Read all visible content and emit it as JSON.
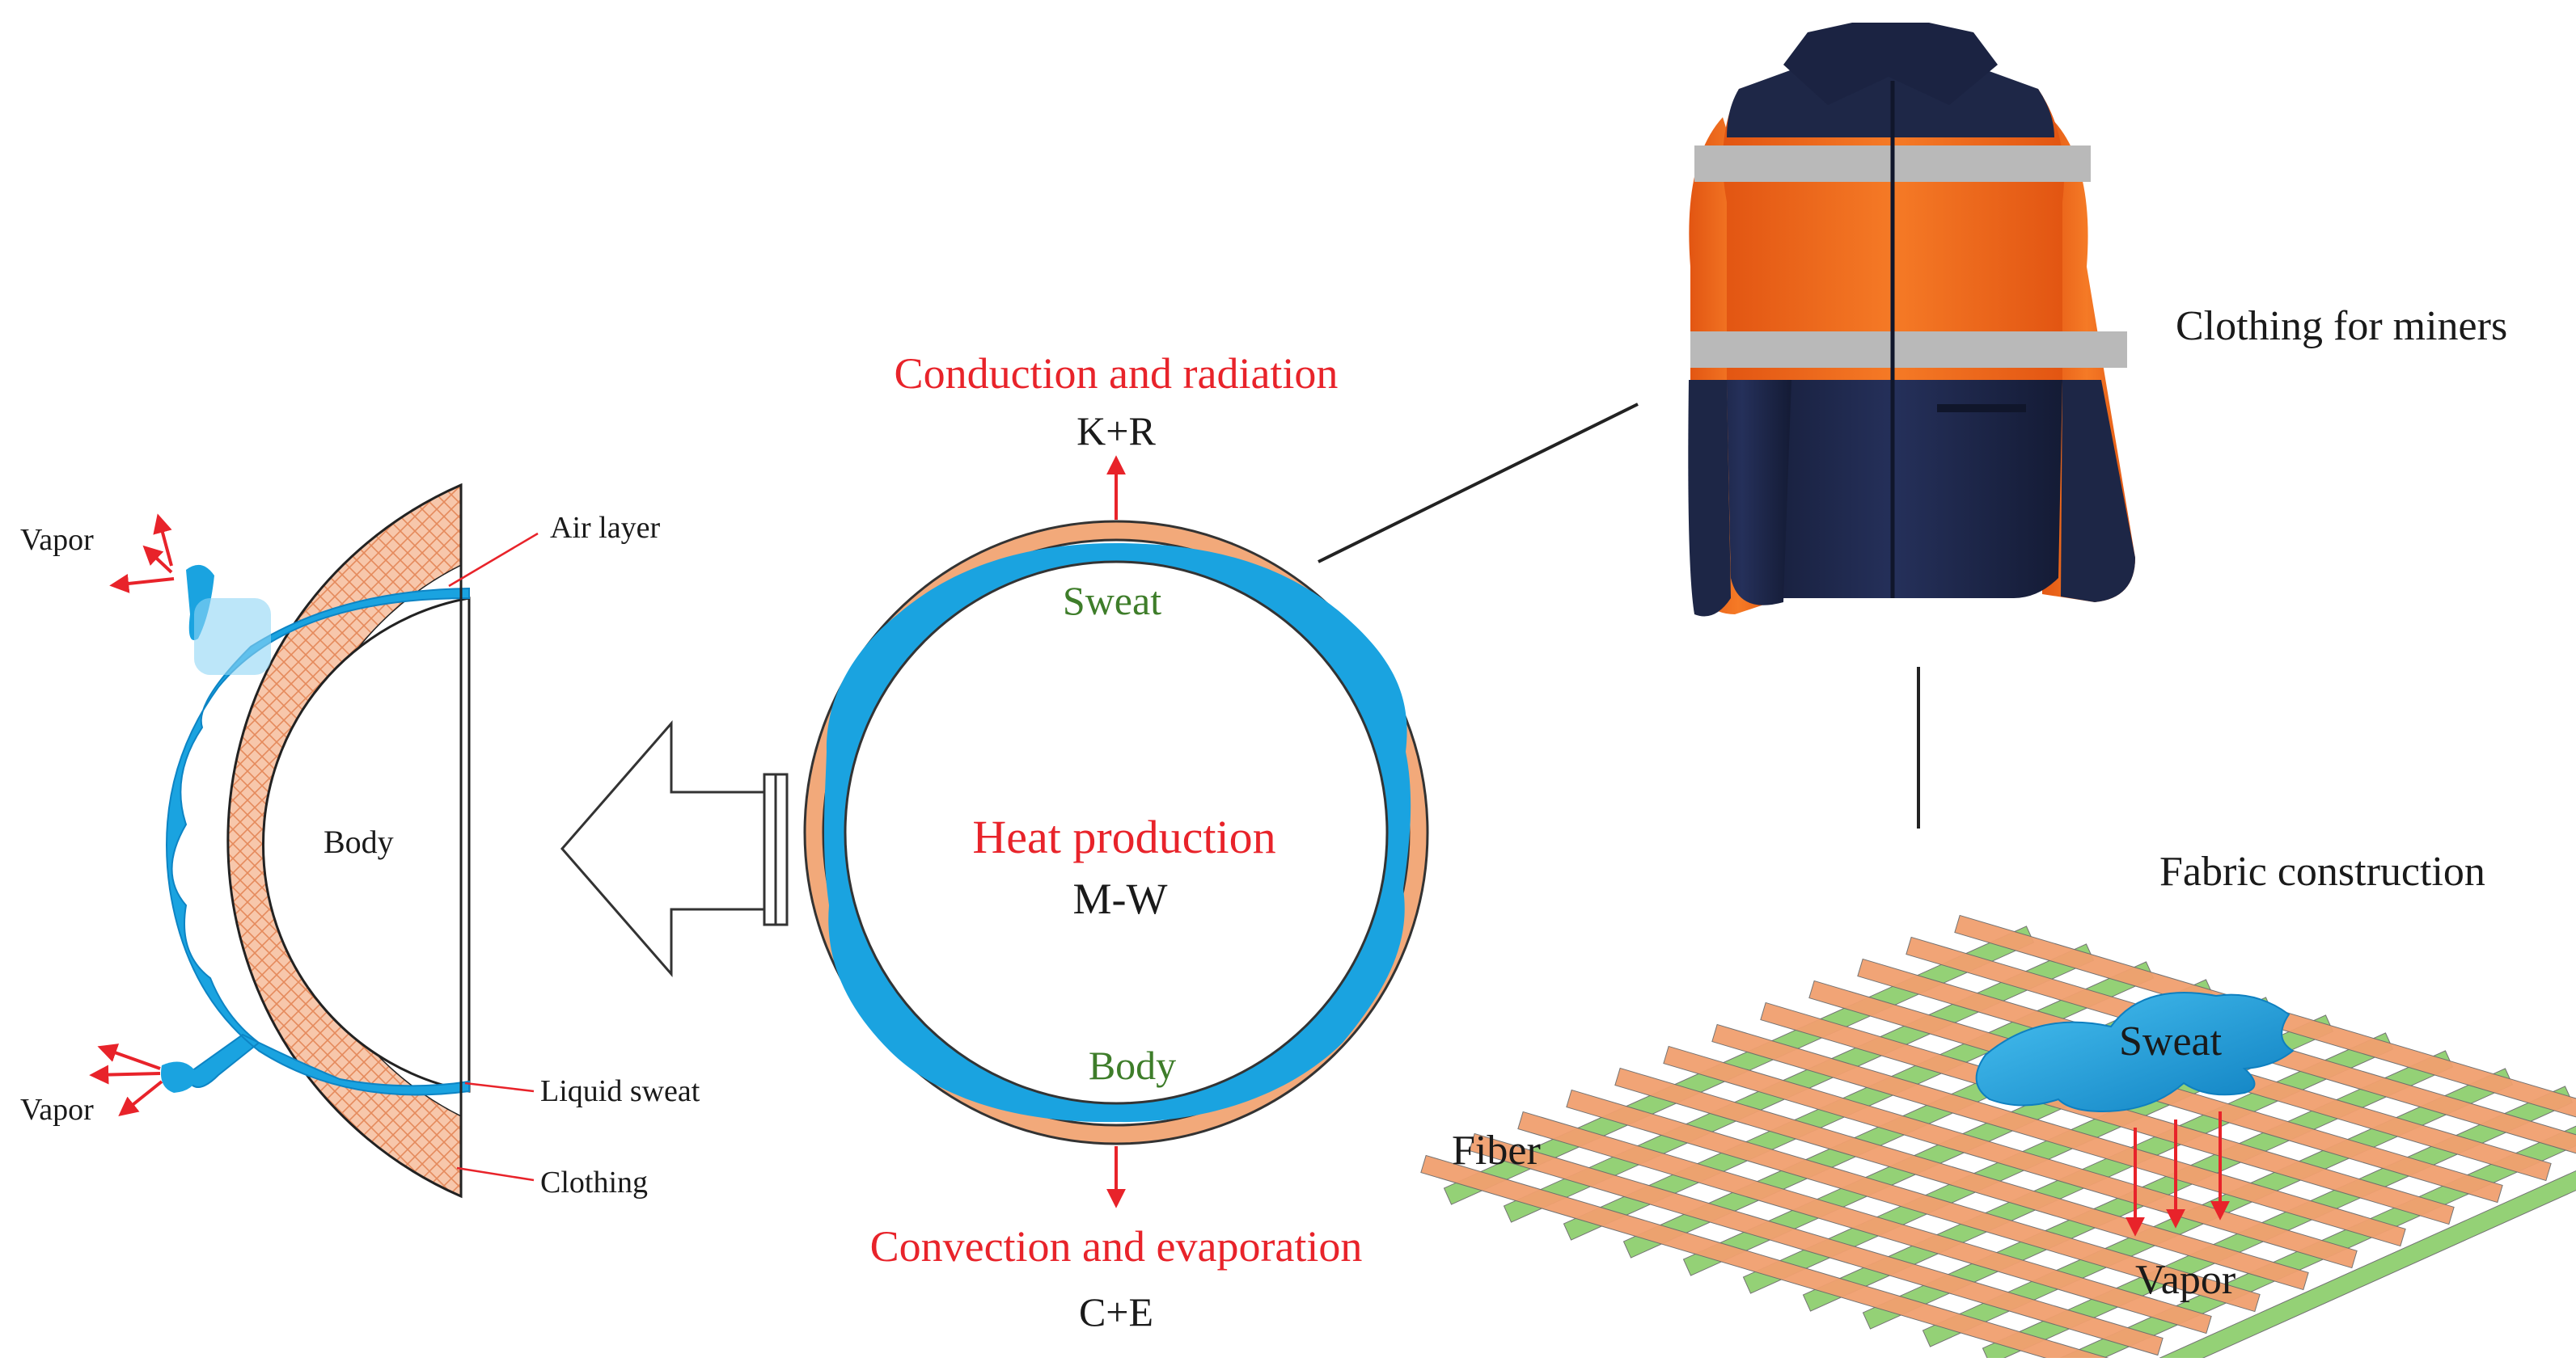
{
  "colors": {
    "red": "#e8232a",
    "green": "#3e7d2a",
    "black": "#1a1a1a",
    "sweat_blue": "#1aa3e0",
    "sweat_blue_dark": "#0d84c4",
    "clothing_orange": "#f2a97a",
    "fiber_orange": "#f1a06f",
    "fiber_green": "#8fcf6f",
    "jacket_orange": "#f26a1b",
    "jacket_navy": "#1e2747",
    "reflective_gray": "#b9b9b9"
  },
  "body_cross_section": {
    "vapor_top": "Vapor",
    "vapor_bottom": "Vapor",
    "air_layer": "Air layer",
    "body": "Body",
    "liquid_sweat": "Liquid sweat",
    "clothing": "Clothing"
  },
  "heat_balance": {
    "top_title": "Conduction and radiation",
    "top_formula": "K+R",
    "sweat": "Sweat",
    "center_title": "Heat production",
    "center_formula": "M-W",
    "body": "Body",
    "bottom_title": "Convection and evaporation",
    "bottom_formula": "C+E"
  },
  "jacket": {
    "label": "Clothing for miners"
  },
  "fabric": {
    "title": "Fabric  construction",
    "sweat": "Sweat",
    "fiber": "Fiber",
    "vapor": "Vapor"
  }
}
